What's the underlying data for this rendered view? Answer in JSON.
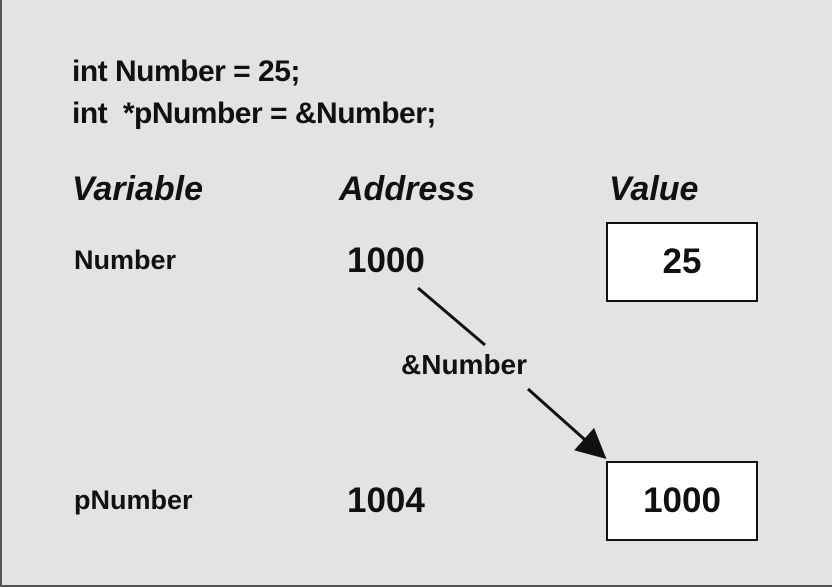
{
  "code": {
    "line1": "int Number = 25;",
    "line2": "int  *pNumber = &Number;"
  },
  "headers": {
    "variable": "Variable",
    "address": "Address",
    "value": "Value"
  },
  "rows": [
    {
      "variable": "Number",
      "address": "1000",
      "value": "25"
    },
    {
      "variable": "pNumber",
      "address": "1004",
      "value": "1000"
    }
  ],
  "arrow_label": "&Number"
}
